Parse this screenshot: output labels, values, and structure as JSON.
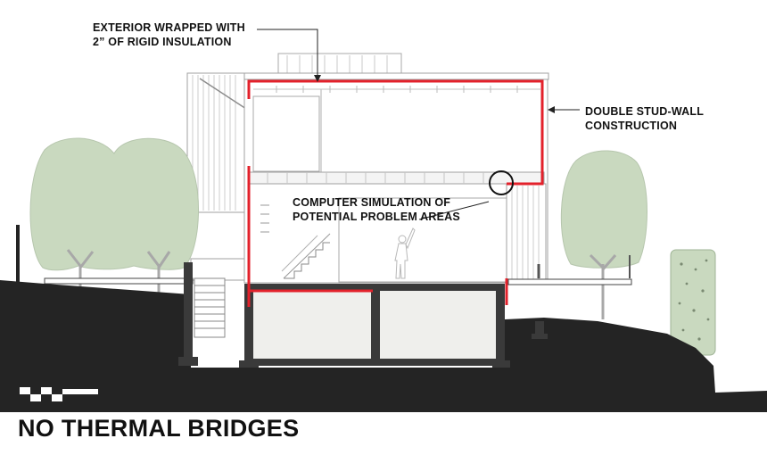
{
  "title": "NO THERMAL BRIDGES",
  "callouts": {
    "exterior": [
      "EXTERIOR WRAPPED WITH",
      "2” OF RIGID INSULATION"
    ],
    "double_stud": [
      "DOUBLE STUD-WALL",
      "CONSTRUCTION"
    ],
    "simulation": [
      "COMPUTER SIMULATION OF",
      "POTENTIAL PROBLEM AREAS"
    ]
  },
  "colors": {
    "ground": "#222222",
    "tree": "#c8d9bf",
    "insulation_line": "#e3212b",
    "outline": "#9a9a9a",
    "text": "#111111"
  }
}
